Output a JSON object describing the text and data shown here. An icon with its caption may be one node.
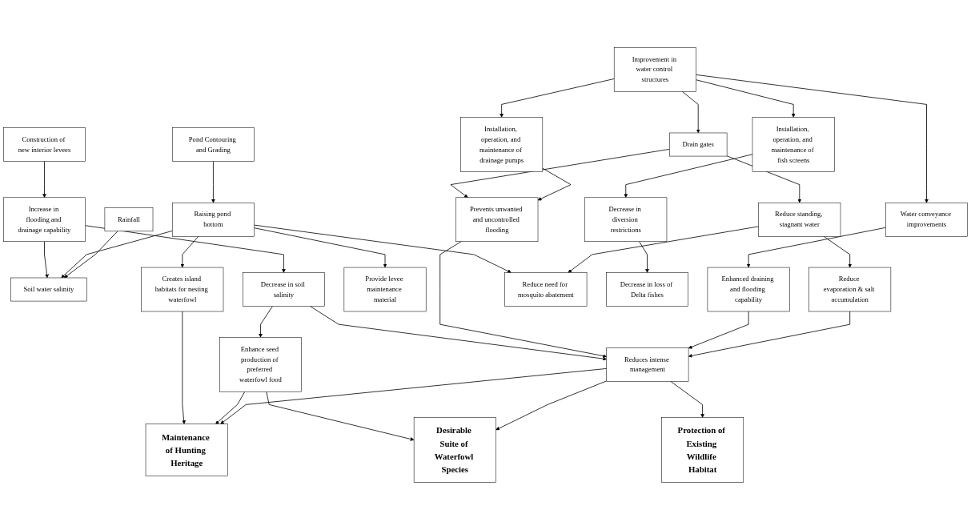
{
  "diagram": {
    "nodes": [
      {
        "text": [
          "Construction of new interior levees"
        ]
      },
      {
        "text": [
          "Increase in flooding and drainage capability"
        ]
      },
      {
        "text": [
          "Soil water salinity"
        ]
      },
      {
        "text": [
          "Pond Contouring and Grading"
        ]
      },
      {
        "text": [
          "Raising pond bottom"
        ]
      },
      {
        "text": [
          "Improvement in water control structures"
        ]
      },
      {
        "text": [
          "Drain gates"
        ]
      },
      {
        "text": [
          "Installation, operation, and maintenance of drainage pumps"
        ]
      },
      {
        "text": [
          "Installation, operation, and maintenance of fish screens"
        ]
      },
      {
        "text": [
          "Water conveyance improvements"
        ]
      },
      {
        "text": [
          "Decrease in soil salinity"
        ]
      },
      {
        "text": [
          "Creates island habitats for nesting waterfowl"
        ]
      },
      {
        "text": [
          "Provide levee maintenance material"
        ]
      },
      {
        "text": [
          "Reduce standing, stagnant water"
        ]
      },
      {
        "text": [
          "Prevents unwanted and uncontrolled flooding"
        ]
      },
      {
        "text": [
          "Decrease in diversion restrictions"
        ]
      },
      {
        "text": [
          "Enhanced draining and flooding capability"
        ]
      },
      {
        "text": [
          "Reduce need for mosquito abatement"
        ]
      },
      {
        "text": [
          "Decrease in loss of Delta fishes"
        ]
      },
      {
        "text": [
          "Enhance seed production of preferred waterfowl food"
        ]
      },
      {
        "text": [
          "Rainfall"
        ]
      },
      {
        "text": [
          "Reduce evaporation & salt accumulation"
        ]
      },
      {
        "text": [
          "Reduces intense management"
        ]
      },
      {
        "text": [
          "Maintenance of Hunting Heritage"
        ]
      },
      {
        "text": [
          "Desirable Suite of Waterfowl Species"
        ]
      },
      {
        "text": [
          "Protection of Existing Wildlife Habitat"
        ]
      }
    ],
    "edges": [
      {
        "from": 0,
        "to": 1,
        "arrow": "to"
      },
      {
        "from": 1,
        "to": 2,
        "arrow": "to"
      },
      {
        "from": 1,
        "to": 10,
        "arrow": "to"
      },
      {
        "from": 4,
        "to": 2,
        "arrow": "to"
      },
      {
        "from": 3,
        "to": 4,
        "arrow": "to"
      },
      {
        "from": 4,
        "to": 11,
        "arrow": "to"
      },
      {
        "from": 4,
        "to": 12,
        "arrow": "to"
      },
      {
        "from": 4,
        "to": 17,
        "arrow": "to"
      },
      {
        "from": 5,
        "to": 6,
        "arrow": "to"
      },
      {
        "from": 5,
        "to": 7,
        "arrow": "to"
      },
      {
        "from": 5,
        "to": 8,
        "arrow": "to"
      },
      {
        "from": 5,
        "to": 9,
        "arrow": "to"
      },
      {
        "from": 6,
        "to": 13,
        "arrow": "to"
      },
      {
        "from": 6,
        "to": 14,
        "arrow": "to"
      },
      {
        "from": 7,
        "to": 14,
        "arrow": "to"
      },
      {
        "from": 8,
        "to": 15,
        "arrow": "to"
      },
      {
        "from": 9,
        "to": 16,
        "arrow": "to"
      },
      {
        "from": 10,
        "to": 19,
        "arrow": "to"
      },
      {
        "from": 10,
        "to": 22,
        "arrow": "to"
      },
      {
        "from": 11,
        "to": 23,
        "arrow": "to"
      },
      {
        "from": 13,
        "to": 17,
        "arrow": "to"
      },
      {
        "from": 13,
        "to": 21,
        "arrow": "to"
      },
      {
        "from": 14,
        "to": 22,
        "arrow": "to"
      },
      {
        "from": 15,
        "to": 18,
        "arrow": "to"
      },
      {
        "from": 16,
        "to": 22,
        "arrow": "to"
      },
      {
        "from": 19,
        "to": 23,
        "arrow": "to"
      },
      {
        "from": 19,
        "to": 24,
        "arrow": "to"
      },
      {
        "from": 20,
        "to": 2,
        "arrow": "to"
      },
      {
        "from": 21,
        "to": 22,
        "arrow": "to"
      },
      {
        "from": 22,
        "to": 23,
        "arrow": "to"
      },
      {
        "from": 22,
        "to": 24,
        "arrow": "to"
      },
      {
        "from": 22,
        "to": 25,
        "arrow": "to"
      }
    ]
  }
}
